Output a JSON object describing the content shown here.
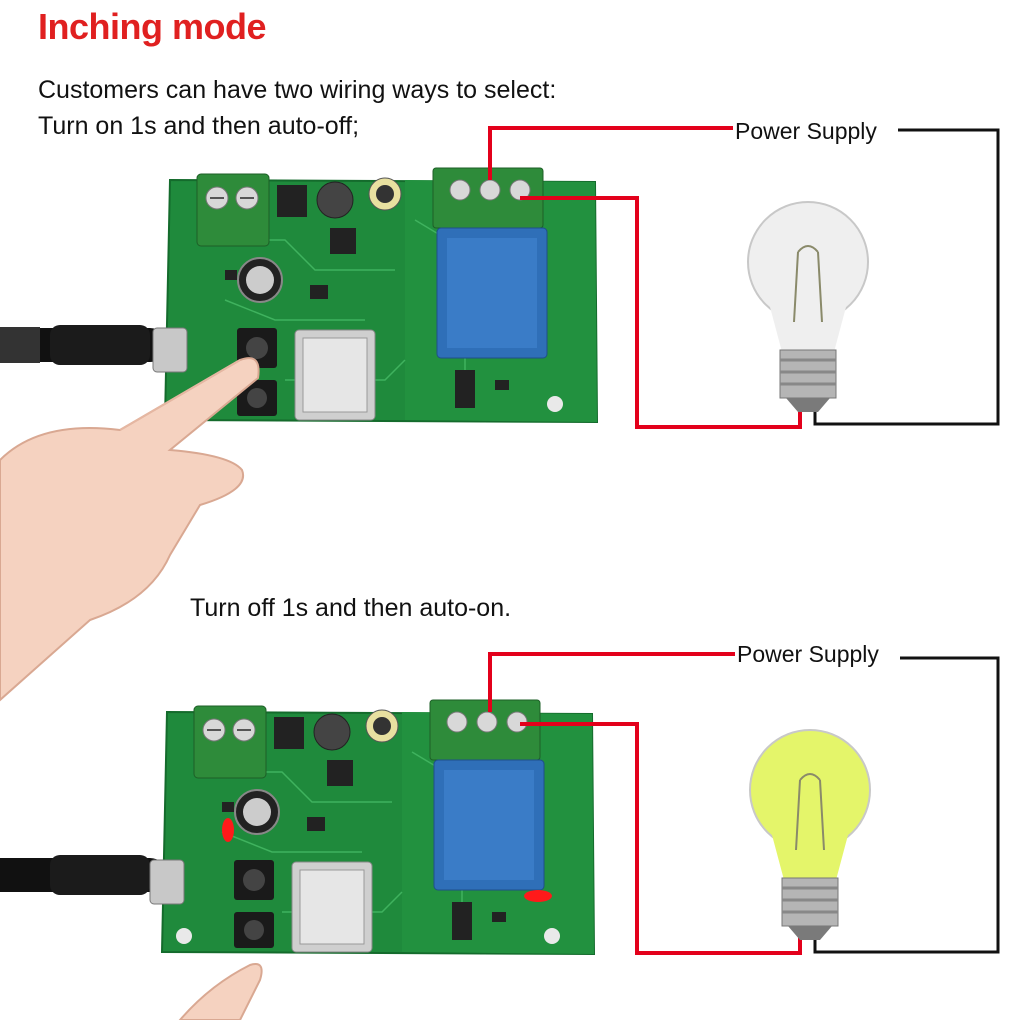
{
  "title": "Inching mode",
  "intro": "Customers can have two wiring ways to select:",
  "option1": "Turn on 1s and then auto-off;",
  "option2": "Turn off 1s and then auto-on.",
  "power_supply_label": "Power Supply",
  "colors": {
    "title": "#e02020",
    "live_wire": "#e3001b",
    "neutral_wire": "#111111",
    "board": "#1f8a3c",
    "relay": "#2f6fb8"
  },
  "icons": [
    "relay-board",
    "pointing-hand",
    "usb-cable",
    "light-bulb-off",
    "light-bulb-on"
  ]
}
